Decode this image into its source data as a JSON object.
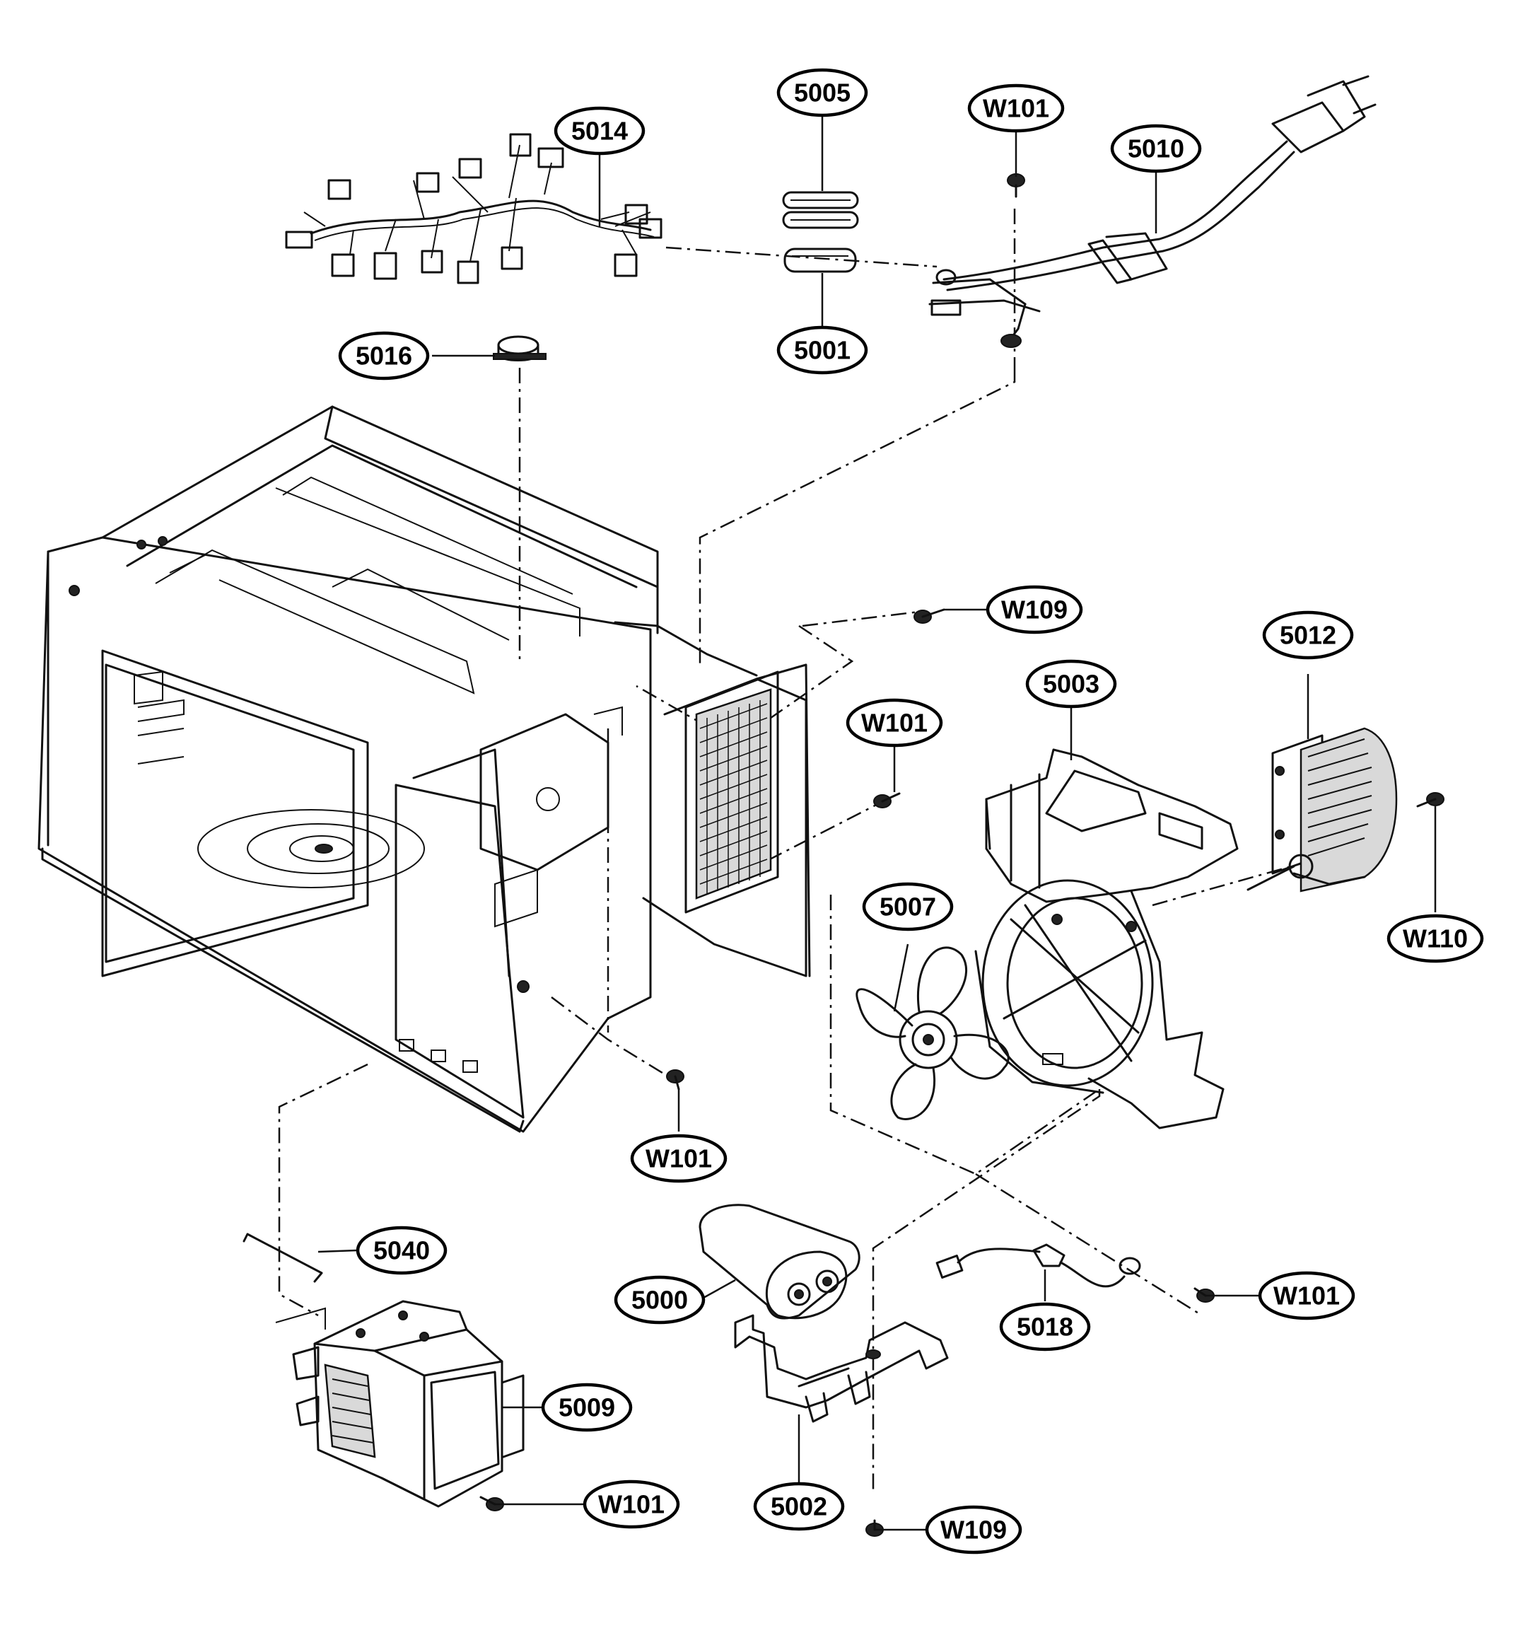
{
  "labels": {
    "p5005": "5005",
    "p5014": "5014",
    "w101_top": "W101",
    "p5010": "5010",
    "p5001": "5001",
    "p5016": "5016",
    "w109_top": "W109",
    "p5012": "5012",
    "p5003": "5003",
    "w101_mid": "W101",
    "p5007": "5007",
    "w110": "W110",
    "w101_cab": "W101",
    "p5040": "5040",
    "p5000": "5000",
    "p5018": "5018",
    "w101_right": "W101",
    "p5009": "5009",
    "w101_bottom": "W101",
    "w109_bottom": "W109",
    "p5002": "5002"
  },
  "colors": {
    "line": "#111111",
    "background": "#ffffff"
  }
}
